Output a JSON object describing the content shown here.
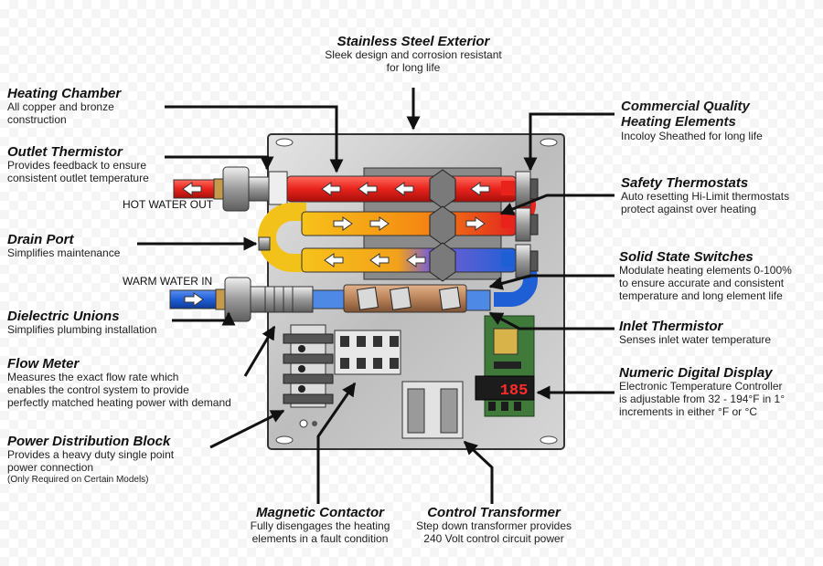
{
  "top": {
    "title": "Stainless Steel Exterior",
    "desc1": "Sleek design and corrosion resistant",
    "desc2": "for long life"
  },
  "left": {
    "heating_chamber": {
      "title": "Heating Chamber",
      "desc1": "All copper and bronze",
      "desc2": "construction"
    },
    "outlet_thermistor": {
      "title": "Outlet Thermistor",
      "desc1": "Provides feedback to ensure",
      "desc2": "consistent outlet temperature"
    },
    "drain_port": {
      "title": "Drain Port",
      "desc1": "Simplifies maintenance"
    },
    "dielectric_unions": {
      "title": "Dielectric Unions",
      "desc1": "Simplifies plumbing installation"
    },
    "flow_meter": {
      "title": "Flow Meter",
      "desc1": "Measures the exact flow rate which",
      "desc2": "enables the control system to provide",
      "desc3": "perfectly matched heating power with demand"
    },
    "power_block": {
      "title": "Power Distribution Block",
      "desc1": "Provides a heavy duty single point",
      "desc2": "power connection",
      "note": "(Only Required on Certain Models)"
    }
  },
  "right": {
    "heating_elements": {
      "title1": "Commercial Quality",
      "title2": "Heating Elements",
      "desc1": "Incoloy Sheathed for long life"
    },
    "safety_thermostats": {
      "title": "Safety Thermostats",
      "desc1": "Auto resetting Hi-Limit thermostats",
      "desc2": "protect against over heating"
    },
    "solid_state": {
      "title": "Solid State Switches",
      "desc1": "Modulate heating elements 0-100%",
      "desc2": "to ensure accurate and consistent",
      "desc3": "temperature and long element life"
    },
    "inlet_thermistor": {
      "title": "Inlet Thermistor",
      "desc1": "Senses inlet water temperature"
    },
    "digital_display": {
      "title": "Numeric Digital Display",
      "desc1": "Electronic Temperature Controller",
      "desc2": "is adjustable from 32 - 194°F in 1°",
      "desc3": "increments in either °F or °C"
    }
  },
  "bottom": {
    "contactor": {
      "title": "Magnetic Contactor",
      "desc1": "Fully disengages the heating",
      "desc2": "elements in a fault condition"
    },
    "transformer": {
      "title": "Control Transformer",
      "desc1": "Step down transformer provides",
      "desc2": "240 Volt control circuit power"
    }
  },
  "pipes": {
    "hot_out": "HOT WATER OUT",
    "warm_in": "WARM WATER IN"
  },
  "display_value": "185",
  "colors": {
    "panel": "#c9c9c9",
    "hot": "#e8231c",
    "warm": "#f4c20d",
    "cold": "#1f5fd6",
    "copper": "#b9825a",
    "board": "#3f7a3a",
    "display": "#ff2a2a"
  }
}
